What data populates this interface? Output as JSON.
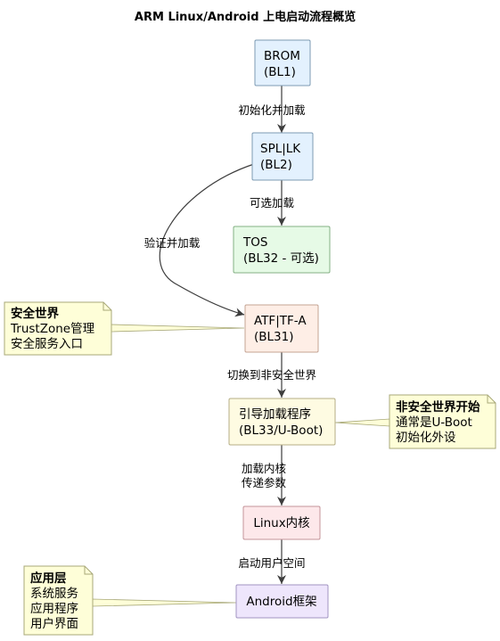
{
  "title": "ARM Linux/Android 上电启动流程概览",
  "colors": {
    "line": "#3d3d3d",
    "note_fill": "#fefed8",
    "note_border": "#a8a878"
  },
  "nodes": {
    "brom": {
      "line1": "BROM",
      "line2": "(BL1)",
      "fill": "#e3f1fe",
      "stroke": "#7d9bb3"
    },
    "spl": {
      "line1": "SPL|LK",
      "line2": "(BL2)",
      "fill": "#e3f1fe",
      "stroke": "#7d9bb3"
    },
    "tos": {
      "line1": "TOS",
      "line2": "(BL32 - 可选)",
      "fill": "#e6fae6",
      "stroke": "#84b084"
    },
    "atf": {
      "line1": "ATF|TF-A",
      "line2": "(BL31)",
      "fill": "#feeee6",
      "stroke": "#c4a493"
    },
    "loader": {
      "line1": "引导加载程序",
      "line2": "(BL33/U-Boot)",
      "fill": "#fefbe2",
      "stroke": "#b5ad84"
    },
    "kernel": {
      "line1": "Linux内核",
      "fill": "#fde8ea",
      "stroke": "#c49499"
    },
    "android": {
      "line1": "Android框架",
      "fill": "#eee6fc",
      "stroke": "#a194c2"
    }
  },
  "edges": {
    "brom_spl": "初始化并加载",
    "spl_tos": "可选加载",
    "spl_atf": "验证并加载",
    "atf_loader": "切换到非安全世界",
    "loader_kernel": [
      "加载内核",
      "传递参数"
    ],
    "kernel_android": "启动用户空间"
  },
  "notes": {
    "secure": {
      "title": "安全世界",
      "lines": [
        "TrustZone管理",
        "安全服务入口"
      ]
    },
    "nonsecure": {
      "title": "非安全世界开始",
      "lines": [
        "通常是U-Boot",
        "初始化外设"
      ]
    },
    "app": {
      "title": "应用层",
      "lines": [
        "系统服务",
        "应用程序",
        "用户界面"
      ]
    }
  }
}
